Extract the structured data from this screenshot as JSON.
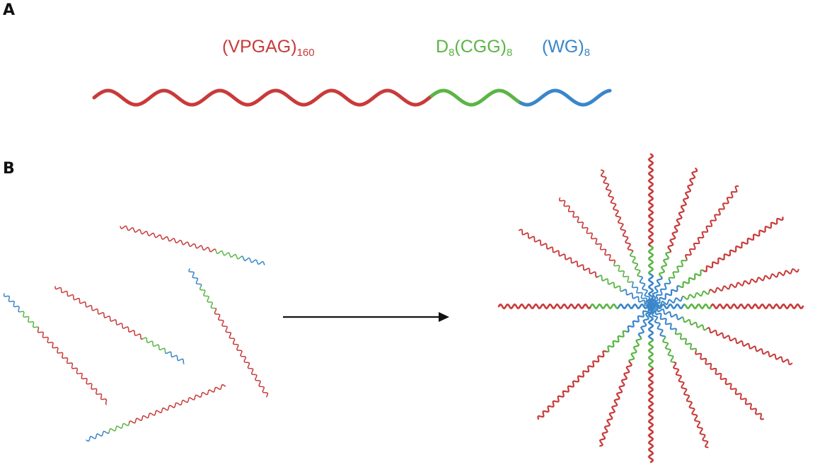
{
  "panels": {
    "a": "A",
    "b": "B"
  },
  "segments": {
    "red": {
      "name": "(VPGAG)",
      "subscript": "160",
      "color": "#c93a3a"
    },
    "green": {
      "name_prefix": "D",
      "prefix_subscript": "8",
      "name": "(CGG)",
      "subscript": "8",
      "color": "#5bb545"
    },
    "blue": {
      "name": "(WG)",
      "subscript": "8",
      "color": "#3a86c9"
    }
  },
  "arrow_color": "#111111"
}
